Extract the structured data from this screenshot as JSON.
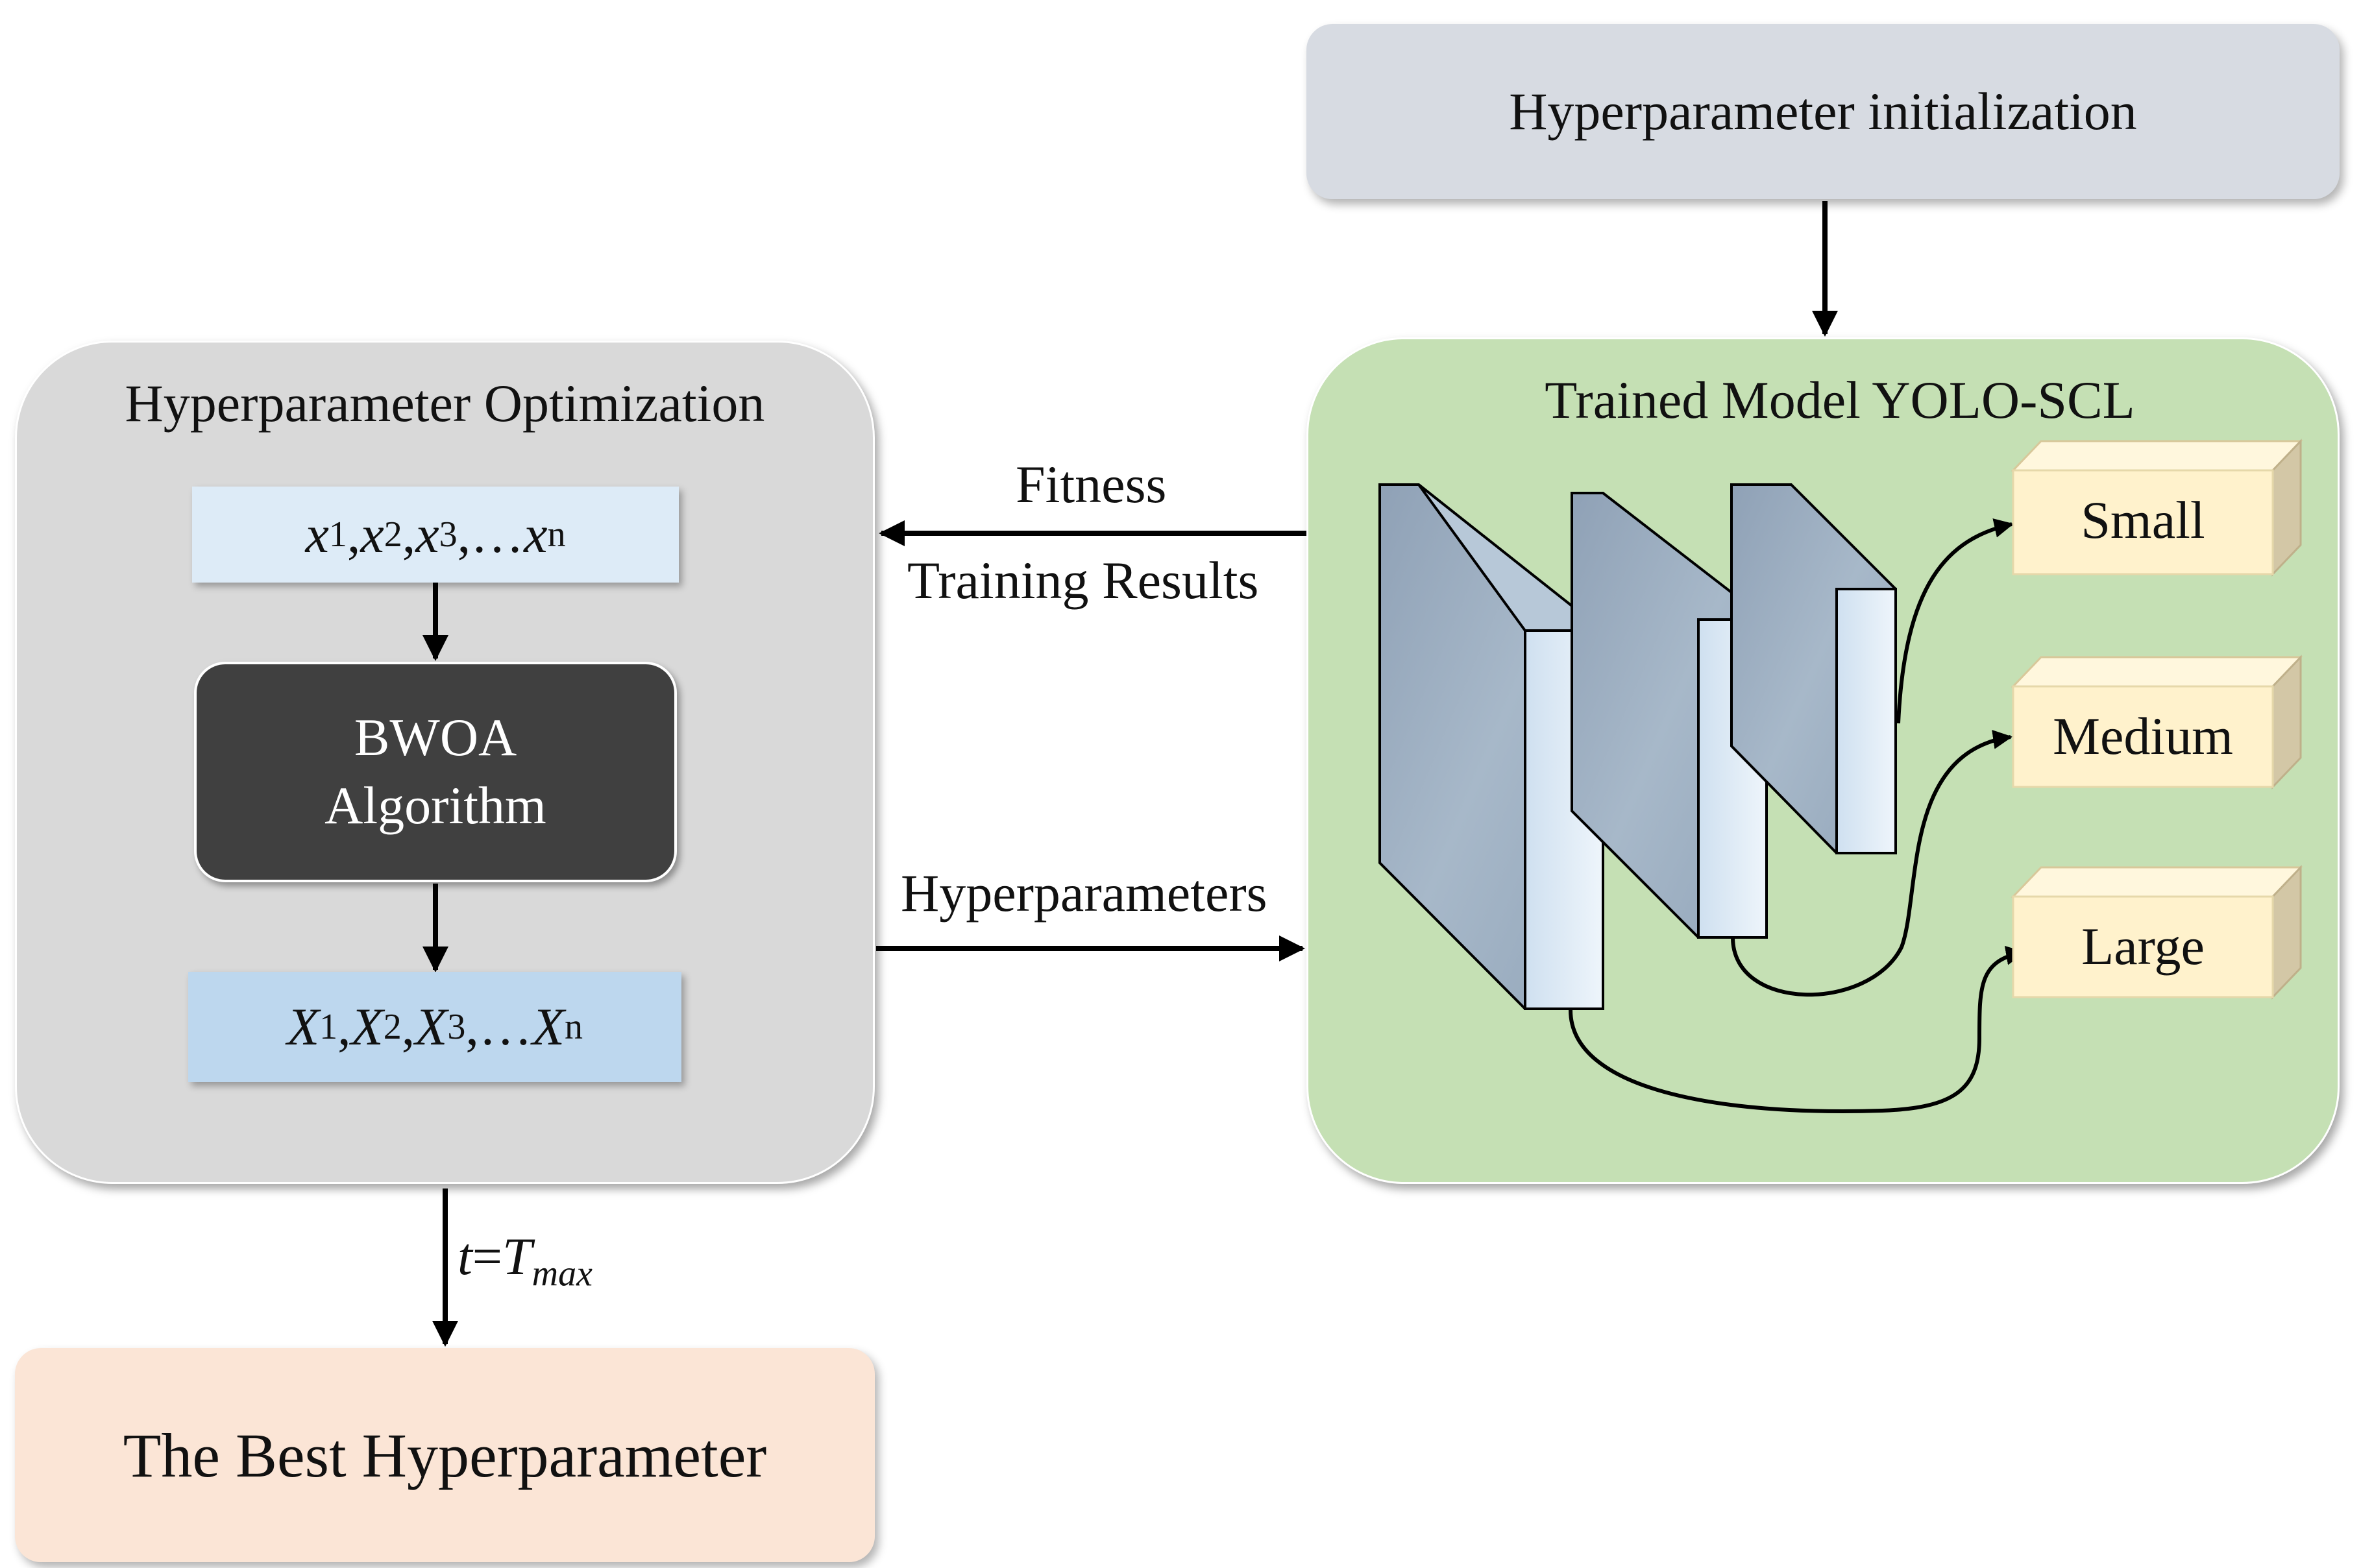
{
  "init": {
    "title": "Hyperparameter initialization"
  },
  "optimization": {
    "title": "Hyperparameter Optimization",
    "input_vars": {
      "v1": "x",
      "s1": "1",
      "v2": "x",
      "s2": "2",
      "v3": "x",
      "s3": "3",
      "dots": ",… ",
      "vn": "x",
      "sn": "n",
      "sep": ", "
    },
    "algorithm": {
      "line1": "BWOA",
      "line2": "Algorithm"
    },
    "output_vars": {
      "v1": "X",
      "s1": "1",
      "v2": "X",
      "s2": "2",
      "v3": "X",
      "s3": "3",
      "dots": ",… ",
      "vn": "X",
      "sn": "n",
      "sep": ", "
    }
  },
  "model": {
    "title": "Trained Model YOLO-SCL",
    "outputs": [
      "Small",
      "Medium",
      "Large"
    ]
  },
  "edges": {
    "fitness": "Fitness",
    "training_results": "Training Results",
    "hyperparameters": "Hyperparameters",
    "termination": {
      "t": "t",
      "eq": "=",
      "T": "T",
      "sub": "max"
    }
  },
  "result": {
    "title": "The Best Hyperparameter"
  },
  "colors": {
    "init_fill": "#d7dbe2",
    "opt_panel_fill": "#d9d9d9",
    "model_panel_fill": "#c5e0b4",
    "algo_fill": "#404040",
    "input_fill": "#ddebf7",
    "output_fill": "#bdd7ee",
    "result_fill": "#fbe5d6",
    "size_box_fill": "#fff2cc"
  }
}
